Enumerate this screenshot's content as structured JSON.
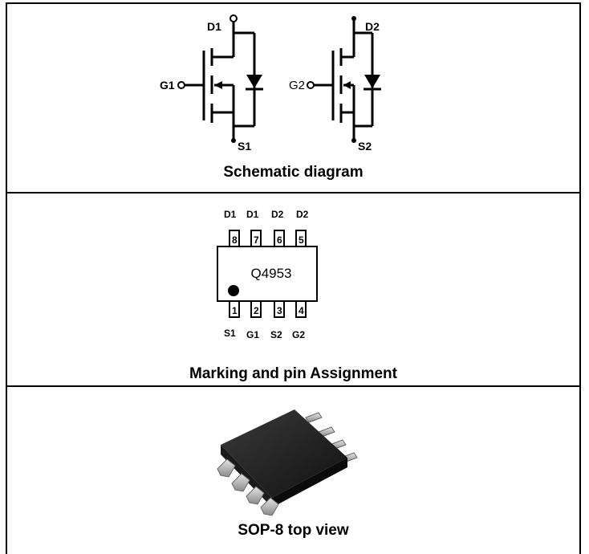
{
  "schematic": {
    "caption": "Schematic diagram",
    "fet1": {
      "drain": "D1",
      "gate": "G1",
      "source": "S1"
    },
    "fet2": {
      "drain": "D2",
      "gate": "G2",
      "source": "S2"
    }
  },
  "marking": {
    "caption": "Marking and pin Assignment",
    "part_marking": "Q4953",
    "top_pins": [
      {
        "number": "8",
        "name": "D1"
      },
      {
        "number": "7",
        "name": "D1"
      },
      {
        "number": "6",
        "name": "D2"
      },
      {
        "number": "5",
        "name": "D2"
      }
    ],
    "bottom_pins": [
      {
        "number": "1",
        "name": "S1"
      },
      {
        "number": "2",
        "name": "G1"
      },
      {
        "number": "3",
        "name": "S2"
      },
      {
        "number": "4",
        "name": "G2"
      }
    ]
  },
  "package": {
    "caption": "SOP-8 top view"
  }
}
